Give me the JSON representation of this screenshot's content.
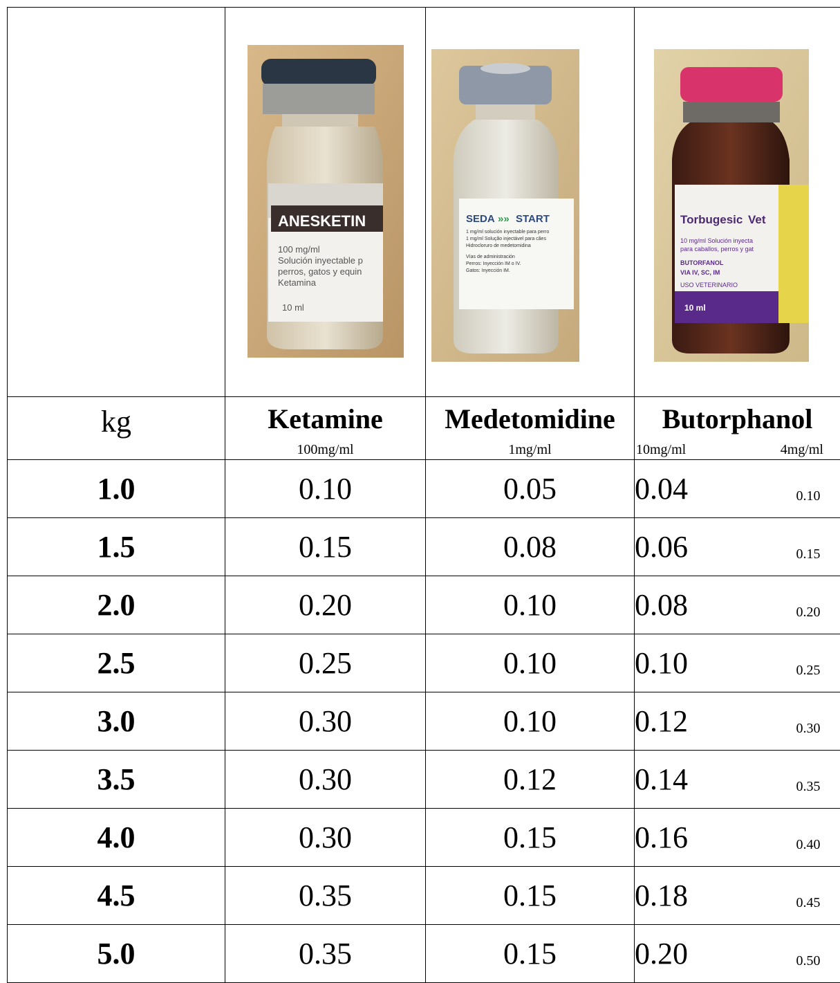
{
  "vials": [
    {
      "brand": "ANESKETIN",
      "lines": [
        "100 mg/ml",
        "Solución inyectable p",
        "perros, gatos y equin",
        "Ketamina"
      ],
      "volume": "10 ml",
      "cap_color": "#2b3645",
      "label_band": "#3a2e2c"
    },
    {
      "brand": "SEDA",
      "brand2": "START",
      "lines": [
        "1 mg/ml solución inyectable para perro",
        "1 mg/ml Solução injectável para cães",
        "Hidrocloruro de medetomidina",
        "Vías de administración",
        "Perros: Inyección IM o IV.",
        "Gatos: Inyección IM."
      ],
      "cap_color": "#8e98a6"
    },
    {
      "brand": "Torbugesic",
      "brand_suffix": "Vet",
      "lines": [
        "10 mg/ml Solución inyecta",
        "para caballos, perros y gat",
        "BUTORFANOL",
        "VIA IV, SC, IM",
        "USO VETERINARIO"
      ],
      "volume": "10 ml",
      "cap_color": "#d8336a",
      "label_band": "#5a2a8a"
    }
  ],
  "header": {
    "kg": "kg",
    "drugs": [
      {
        "name": "Ketamine",
        "concentrations": [
          "100mg/ml"
        ]
      },
      {
        "name": "Medetomidine",
        "concentrations": [
          "1mg/ml"
        ]
      },
      {
        "name": "Butorphanol",
        "concentrations": [
          "10mg/ml",
          "4mg/ml"
        ]
      }
    ]
  },
  "rows": [
    {
      "kg": "1.0",
      "ketamine": "0.10",
      "medetomidine": "0.05",
      "butorphanol_10": "0.04",
      "butorphanol_4": "0.10"
    },
    {
      "kg": "1.5",
      "ketamine": "0.15",
      "medetomidine": "0.08",
      "butorphanol_10": "0.06",
      "butorphanol_4": "0.15"
    },
    {
      "kg": "2.0",
      "ketamine": "0.20",
      "medetomidine": "0.10",
      "butorphanol_10": "0.08",
      "butorphanol_4": "0.20"
    },
    {
      "kg": "2.5",
      "ketamine": "0.25",
      "medetomidine": "0.10",
      "butorphanol_10": "0.10",
      "butorphanol_4": "0.25"
    },
    {
      "kg": "3.0",
      "ketamine": "0.30",
      "medetomidine": "0.10",
      "butorphanol_10": "0.12",
      "butorphanol_4": "0.30"
    },
    {
      "kg": "3.5",
      "ketamine": "0.30",
      "medetomidine": "0.12",
      "butorphanol_10": "0.14",
      "butorphanol_4": "0.35"
    },
    {
      "kg": "4.0",
      "ketamine": "0.30",
      "medetomidine": "0.15",
      "butorphanol_10": "0.16",
      "butorphanol_4": "0.40"
    },
    {
      "kg": "4.5",
      "ketamine": "0.35",
      "medetomidine": "0.15",
      "butorphanol_10": "0.18",
      "butorphanol_4": "0.45"
    },
    {
      "kg": "5.0",
      "ketamine": "0.35",
      "medetomidine": "0.15",
      "butorphanol_10": "0.20",
      "butorphanol_4": "0.50"
    }
  ]
}
